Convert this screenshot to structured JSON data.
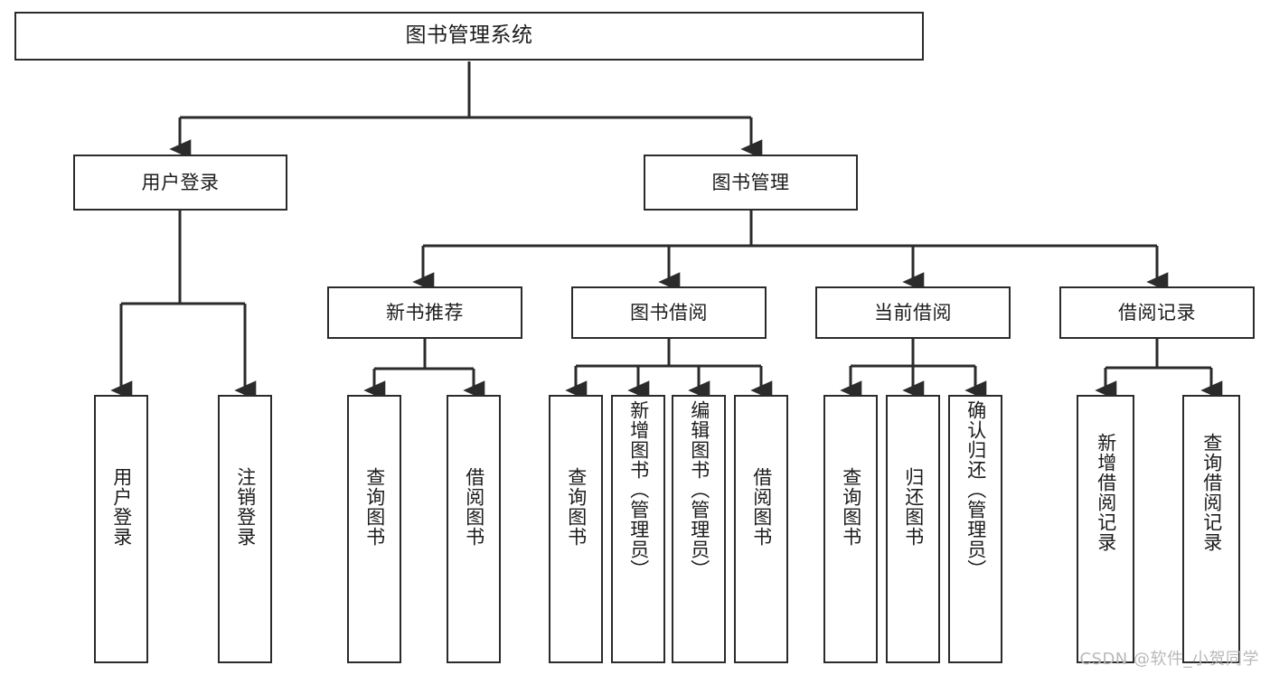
{
  "diagram": {
    "type": "tree-hierarchy-chart",
    "title": "图书管理系统",
    "line_color": "#2b2b2b",
    "box_fill": "#ffffff",
    "text_color": "#1c1c1c",
    "watermark": "CSDN @软件_小贺同学",
    "levels": [
      {
        "level": 1,
        "nodes": [
          {
            "id": "root",
            "label": "图书管理系统"
          }
        ]
      },
      {
        "level": 2,
        "nodes": [
          {
            "id": "user-login",
            "label": "用户登录",
            "parent": "root"
          },
          {
            "id": "book-manage",
            "label": "图书管理",
            "parent": "root"
          }
        ]
      },
      {
        "level": 3,
        "nodes": [
          {
            "id": "new-book-rec",
            "label": "新书推荐",
            "parent": "book-manage"
          },
          {
            "id": "book-borrow",
            "label": "图书借阅",
            "parent": "book-manage"
          },
          {
            "id": "current-borrow",
            "label": "当前借阅",
            "parent": "book-manage"
          },
          {
            "id": "borrow-record",
            "label": "借阅记录",
            "parent": "book-manage"
          }
        ]
      },
      {
        "level": 4,
        "nodes": [
          {
            "id": "leaf-user-login",
            "label": "用户登录",
            "parent": "user-login"
          },
          {
            "id": "leaf-logout",
            "label": "注销登录",
            "parent": "user-login"
          },
          {
            "id": "leaf-query-book-1",
            "label": "查询图书",
            "parent": "new-book-rec"
          },
          {
            "id": "leaf-borrow-book-1",
            "label": "借阅图书",
            "parent": "new-book-rec"
          },
          {
            "id": "leaf-query-book-2",
            "label": "查询图书",
            "parent": "book-borrow"
          },
          {
            "id": "leaf-add-book",
            "label": "新增图书（管理员）",
            "parent": "book-borrow"
          },
          {
            "id": "leaf-edit-book",
            "label": "编辑图书（管理员）",
            "parent": "book-borrow"
          },
          {
            "id": "leaf-borrow-book-2",
            "label": "借阅图书",
            "parent": "book-borrow"
          },
          {
            "id": "leaf-query-book-3",
            "label": "查询图书",
            "parent": "current-borrow"
          },
          {
            "id": "leaf-return-book",
            "label": "归还图书",
            "parent": "current-borrow"
          },
          {
            "id": "leaf-confirm-return",
            "label": "确认归还（管理员）",
            "parent": "current-borrow"
          },
          {
            "id": "leaf-add-record",
            "label": "新增借阅记录",
            "parent": "borrow-record"
          },
          {
            "id": "leaf-query-record",
            "label": "查询借阅记录",
            "parent": "borrow-record"
          }
        ]
      }
    ]
  },
  "nodes": {
    "root": "图书管理系统",
    "user_login": "用户登录",
    "book_manage": "图书管理",
    "new_book_rec": "新书推荐",
    "book_borrow": "图书借阅",
    "current_borrow": "当前借阅",
    "borrow_record": "借阅记录",
    "leaf_user_login": "用户登录",
    "leaf_logout": "注销登录",
    "leaf_query_book_1": "查询图书",
    "leaf_borrow_book_1": "借阅图书",
    "leaf_query_book_2": "查询图书",
    "leaf_add_book": "新增图书（管理员）",
    "leaf_edit_book": "编辑图书（管理员）",
    "leaf_borrow_book_2": "借阅图书",
    "leaf_query_book_3": "查询图书",
    "leaf_return_book": "归还图书",
    "leaf_confirm_return": "确认归还（管理员）",
    "leaf_add_record": "新增借阅记录",
    "leaf_query_record": "查询借阅记录"
  },
  "watermark": {
    "text": "CSDN @软件_小贺同学"
  }
}
